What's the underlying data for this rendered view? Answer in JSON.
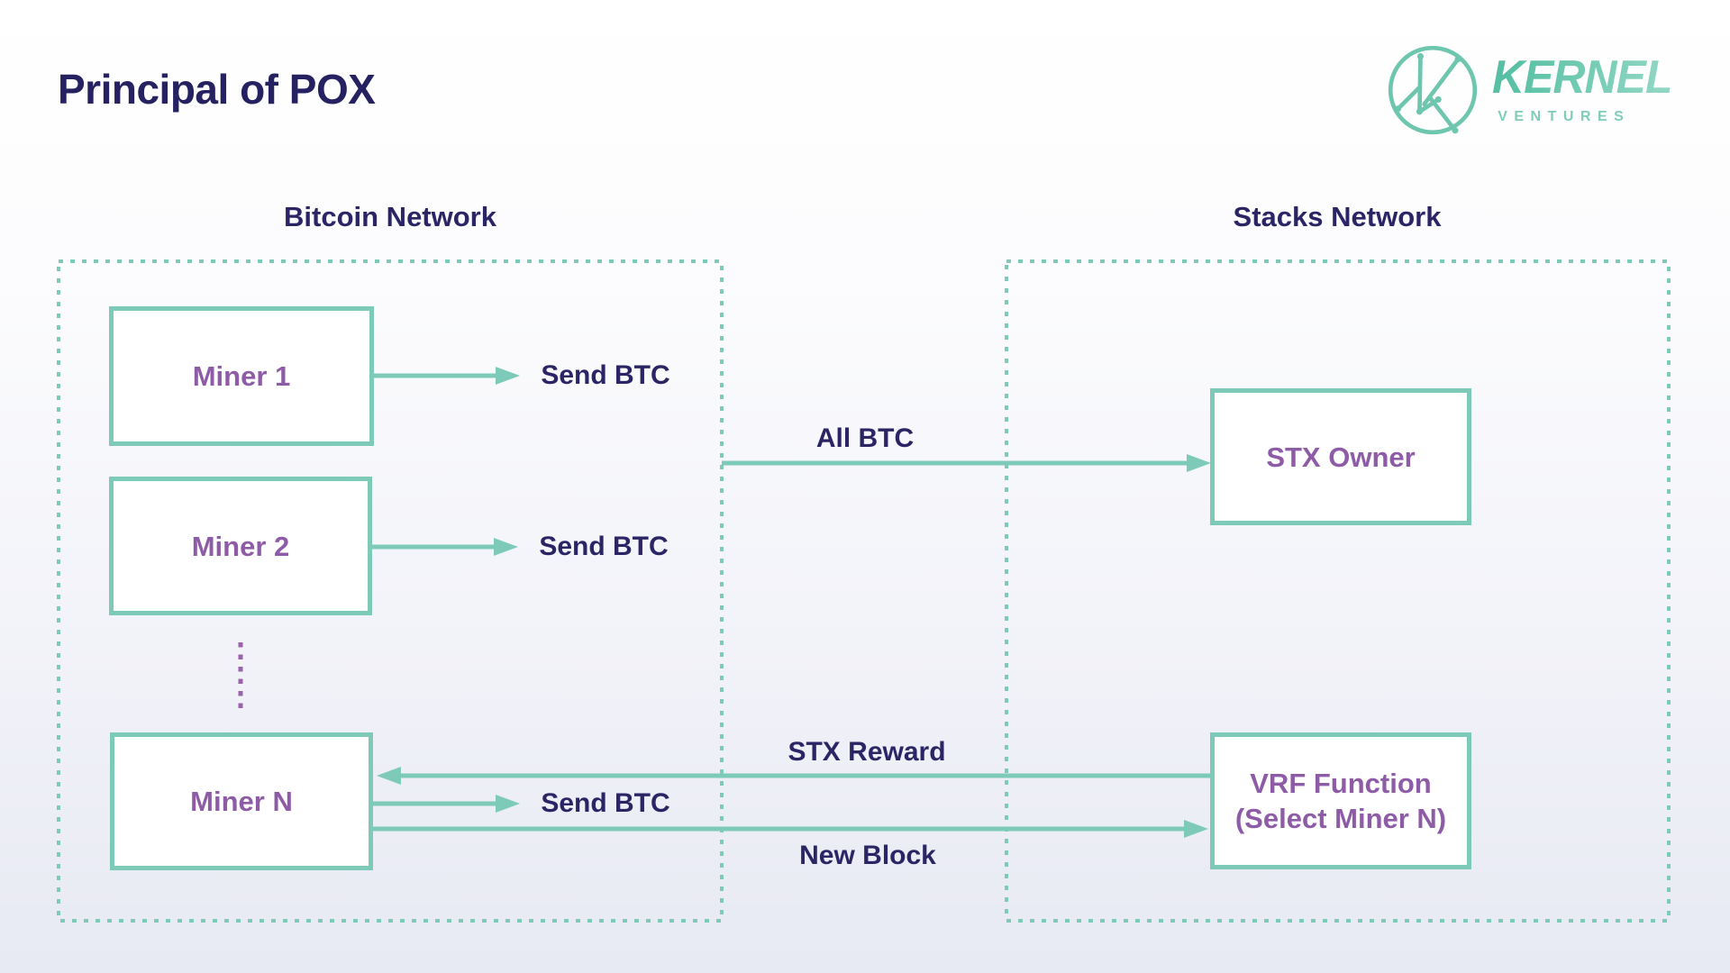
{
  "page": {
    "title": "Principal of POX",
    "background_top": "#ffffff",
    "background_bottom": "#e7e9f3"
  },
  "logo": {
    "brand": "KERNEL",
    "subtitle": "VENTURES",
    "color": "#6ec6ae"
  },
  "colors": {
    "teal_accent": "#7ecab8",
    "navy_text": "#2b2566",
    "purple_text": "#8e5ca7",
    "purple_dots": "#9a62ac"
  },
  "diagram": {
    "bitcoin_network": {
      "label": "Bitcoin Network",
      "miners": [
        {
          "label": "Miner 1"
        },
        {
          "label": "Miner 2"
        },
        {
          "label": "Miner N"
        }
      ]
    },
    "stacks_network": {
      "label": "Stacks Network",
      "stx_owner": {
        "label": "STX Owner"
      },
      "vrf": {
        "label_line1": "VRF Function",
        "label_line2": "(Select Miner N)"
      }
    },
    "edges": {
      "send_btc_1": "Send BTC",
      "send_btc_2": "Send BTC",
      "send_btc_n": "Send BTC",
      "all_btc": "All BTC",
      "stx_reward": "STX Reward",
      "new_block": "New Block"
    }
  }
}
